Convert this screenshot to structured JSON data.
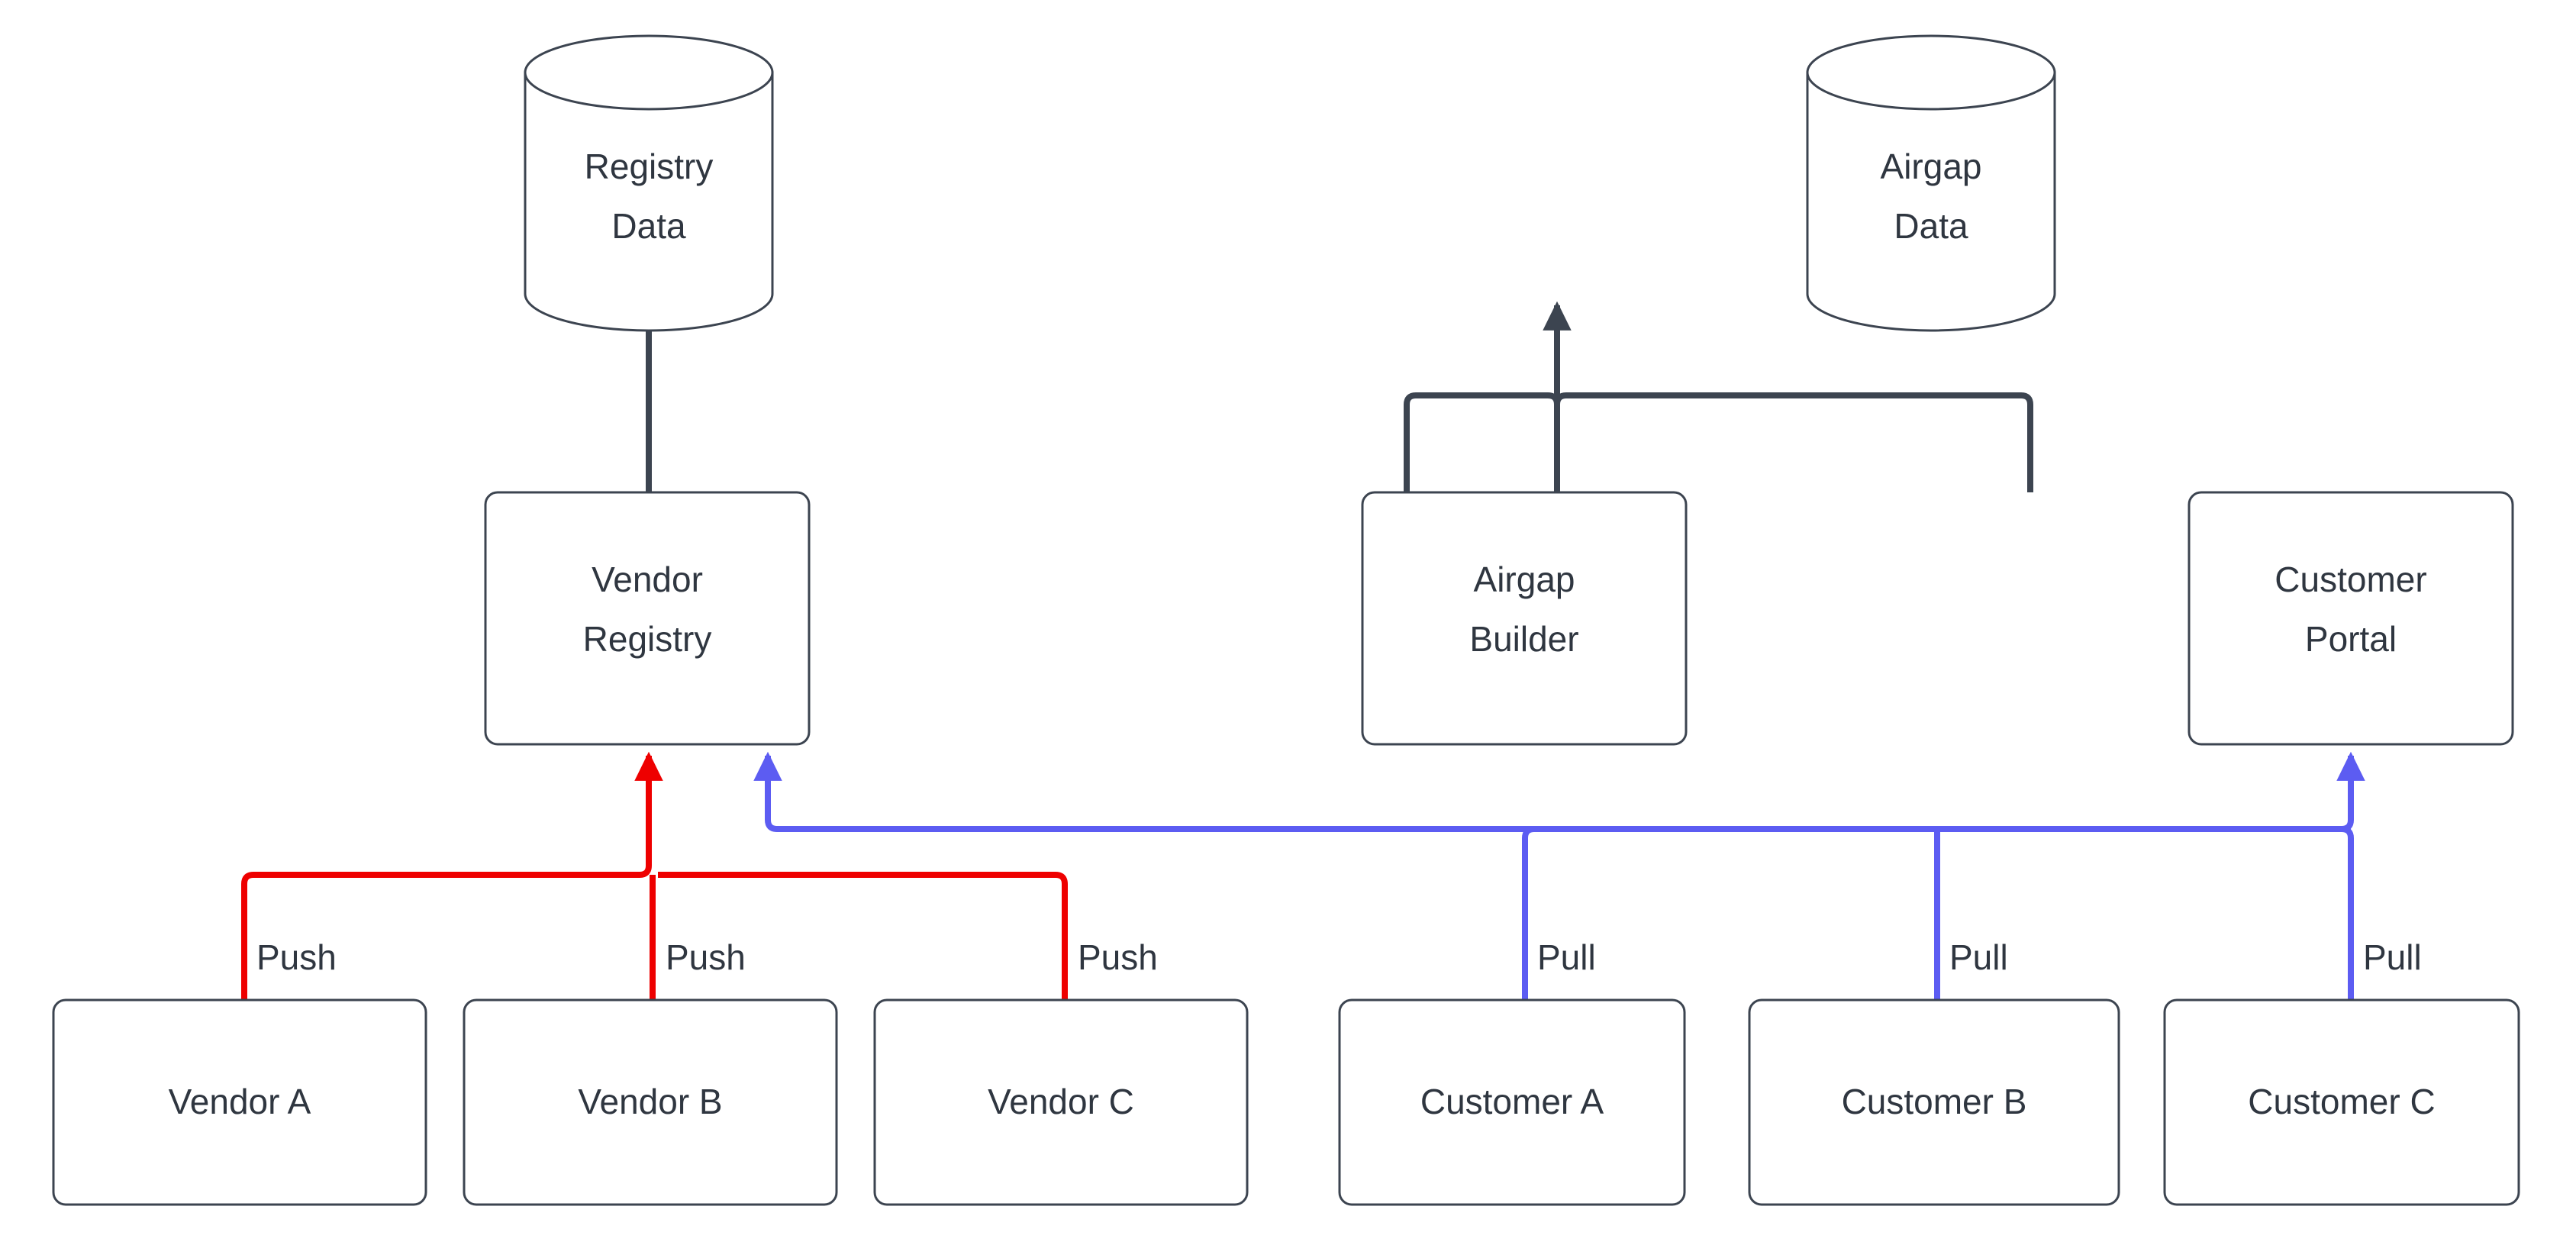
{
  "diagram": {
    "type": "flow-architecture",
    "background_color": "#ffffff",
    "colors": {
      "node_stroke": "#3c4450",
      "node_fill": "#ffffff",
      "text": "#2f3640",
      "push_edge": "#ee0000",
      "pull_edge": "#5c5cf2",
      "default_edge": "#3c4450"
    },
    "datastores": [
      {
        "id": "registry-data",
        "line1": "Registry",
        "line2": "Data"
      },
      {
        "id": "airgap-data",
        "line1": "Airgap",
        "line2": "Data"
      }
    ],
    "services": [
      {
        "id": "vendor-registry",
        "line1": "Vendor",
        "line2": "Registry"
      },
      {
        "id": "airgap-builder",
        "line1": "Airgap",
        "line2": "Builder"
      },
      {
        "id": "customer-portal",
        "line1": "Customer",
        "line2": "Portal"
      }
    ],
    "vendors": [
      {
        "id": "vendor-a",
        "label": "Vendor A",
        "edge_label": "Push"
      },
      {
        "id": "vendor-b",
        "label": "Vendor B",
        "edge_label": "Push"
      },
      {
        "id": "vendor-c",
        "label": "Vendor C",
        "edge_label": "Push"
      }
    ],
    "customers": [
      {
        "id": "customer-a",
        "label": "Customer A",
        "edge_label": "Pull"
      },
      {
        "id": "customer-b",
        "label": "Customer B",
        "edge_label": "Pull"
      },
      {
        "id": "customer-c",
        "label": "Customer C",
        "edge_label": "Pull"
      }
    ],
    "edges": [
      {
        "from": "vendor-registry",
        "to": "registry-data",
        "label": "",
        "color": "#3c4450"
      },
      {
        "from": "airgap-builder",
        "to": "airgap-data",
        "label": "",
        "color": "#3c4450"
      },
      {
        "from": "customer-portal",
        "to": "airgap-data",
        "label": "",
        "color": "#3c4450"
      },
      {
        "from": "vendor-a",
        "to": "vendor-registry",
        "label": "Push",
        "color": "#ee0000"
      },
      {
        "from": "vendor-b",
        "to": "vendor-registry",
        "label": "Push",
        "color": "#ee0000"
      },
      {
        "from": "vendor-c",
        "to": "vendor-registry",
        "label": "Push",
        "color": "#ee0000"
      },
      {
        "from": "customer-a",
        "to": "customer-portal",
        "label": "Pull",
        "color": "#5c5cf2"
      },
      {
        "from": "customer-b",
        "to": "customer-portal",
        "label": "Pull",
        "color": "#5c5cf2"
      },
      {
        "from": "customer-c",
        "to": "customer-portal",
        "label": "Pull",
        "color": "#5c5cf2"
      },
      {
        "from": "vendor-registry-consumers",
        "to": "vendor-registry",
        "label": "",
        "color": "#5c5cf2"
      }
    ]
  }
}
